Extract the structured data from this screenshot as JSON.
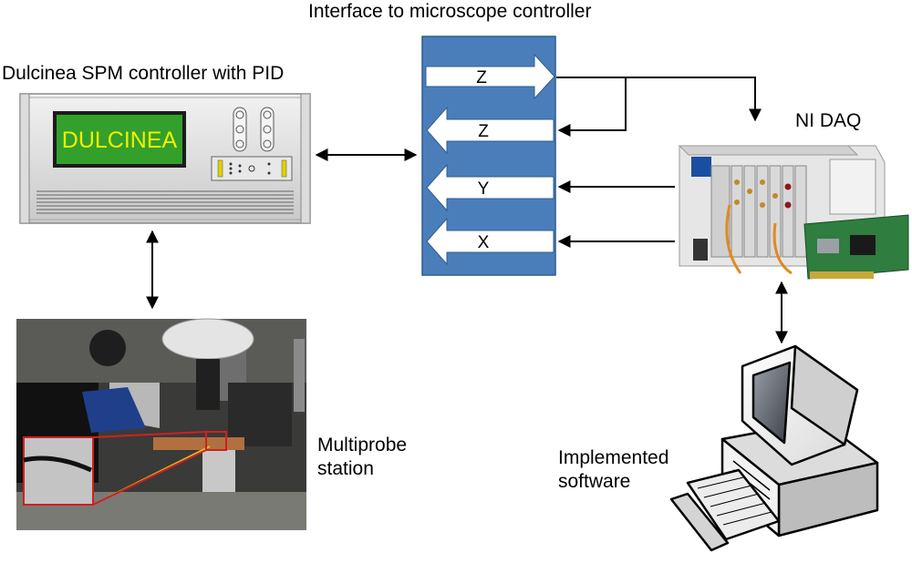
{
  "labels": {
    "interface_title": "Interface to microscope controller",
    "controller_title": "Dulcinea SPM controller with PID",
    "daq_title": "NI DAQ",
    "probe_station": "Multiprobe\nstation",
    "software": "Implemented\nsoftware"
  },
  "controller": {
    "screen_text": "DULCINEA"
  },
  "interface": {
    "channels": [
      "Z",
      "Z",
      "Y",
      "X"
    ]
  },
  "colors": {
    "interface_blue": "#4a7ebb",
    "screen_green": "#33a02c",
    "screen_text": "#f0f000",
    "highlight_red": "#d02020"
  }
}
